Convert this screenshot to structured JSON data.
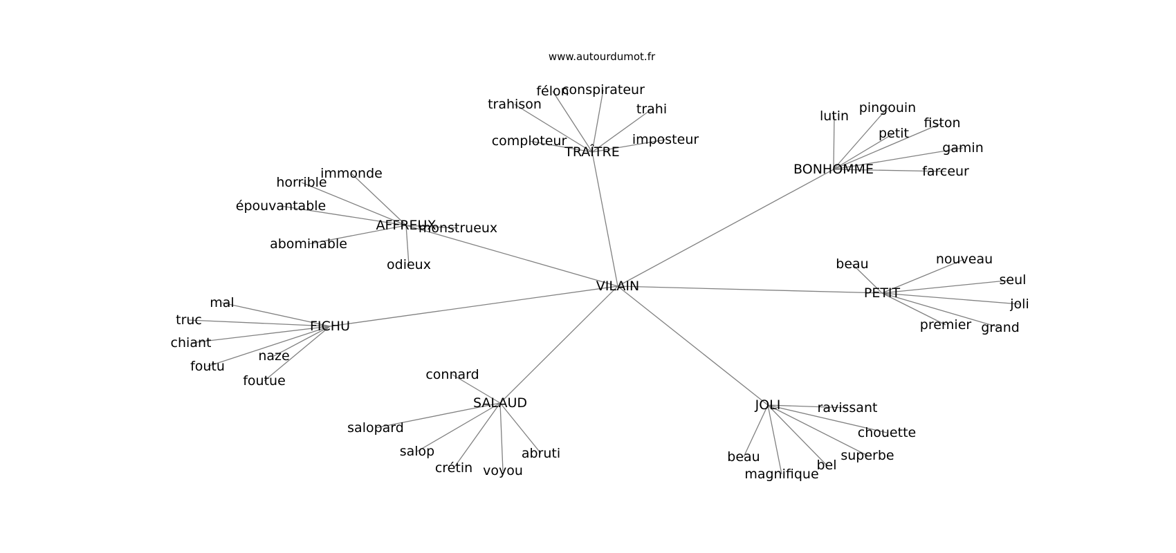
{
  "watermark": "www.autourdumot.fr",
  "colors": {
    "edge": "#808080",
    "text": "#000000",
    "background": "#ffffff"
  },
  "graph": {
    "center": "VILAIN",
    "clusters": [
      {
        "hub": "TRAÎTRE",
        "words": [
          "trahison",
          "félon",
          "conspirateur",
          "trahi",
          "comploteur",
          "imposteur"
        ]
      },
      {
        "hub": "BONHOMME",
        "words": [
          "lutin",
          "pingouin",
          "petit",
          "fiston",
          "gamin",
          "farceur"
        ]
      },
      {
        "hub": "AFFREUX",
        "words": [
          "immonde",
          "horrible",
          "épouvantable",
          "abominable",
          "odieux",
          "monstrueux"
        ]
      },
      {
        "hub": "PETIT",
        "words": [
          "beau",
          "nouveau",
          "seul",
          "joli",
          "premier",
          "grand"
        ]
      },
      {
        "hub": "FICHU",
        "words": [
          "mal",
          "truc",
          "chiant",
          "foutu",
          "naze",
          "foutue"
        ]
      },
      {
        "hub": "SALAUD",
        "words": [
          "connard",
          "salopard",
          "salop",
          "crétin",
          "voyou",
          "abruti"
        ]
      },
      {
        "hub": "JOLI",
        "words": [
          "ravissant",
          "chouette",
          "superbe",
          "bel",
          "magnifique",
          "beau"
        ]
      }
    ]
  }
}
